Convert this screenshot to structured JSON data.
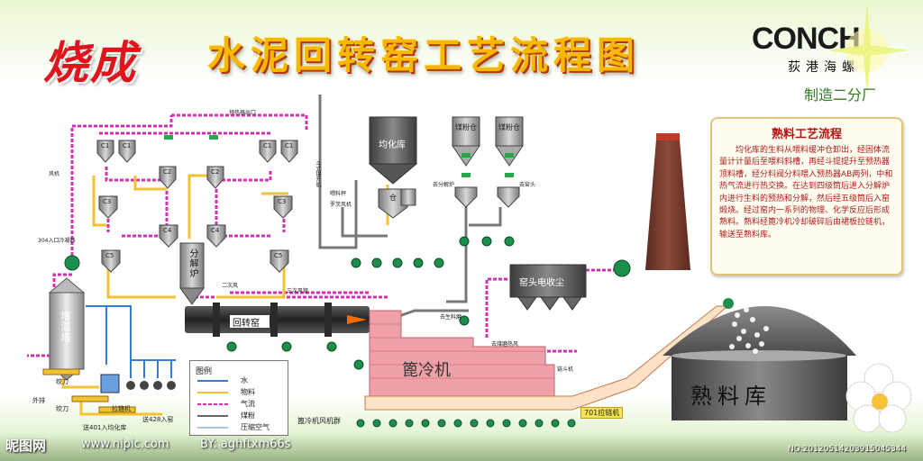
{
  "titles": {
    "left": "烧成",
    "main": "水泥回转窑工艺流程图"
  },
  "logo": {
    "name": "CONCH",
    "sub": "荻港海螺",
    "factory": "制造二分厂"
  },
  "description": {
    "title": "熟料工艺流程",
    "body": "均化库的生料从喂料缓冲仓卸出，经固体流量计计量后至喂料斜槽，再经斗提提升至预热器顶料槽，经分料阀分料喂入预热器AB两列，中和热气流进行热交换。在达到四级筒后进入分解炉内进行生料的预热和分解，然后经五级筒后入窑煅烧。经过窑内一系列的物理、化学反应后形成熟料。熟料经篦冷机冷却破碎后由裙板拉链机，输送至熟料库。"
  },
  "equipment": {
    "homogenizer": "均化库",
    "buffer_bin": "仓",
    "coal_bin_1": "煤粉仓",
    "coal_bin_2": "煤粉仓",
    "calciner": "分解炉",
    "kiln": "回转窑",
    "cooler": "篦冷机",
    "kiln_dust": "窑头电收尘",
    "clinker_silo": "熟料库",
    "humidifier": "增湿塔",
    "cooler_fans": "篦冷机风机群",
    "chain_conveyor": "701拉链机"
  },
  "cyclones": {
    "c1a": "C1",
    "c1b": "C1",
    "c1c": "C1",
    "c1d": "C1",
    "c2a": "C2",
    "c2b": "C2",
    "c3a": "C3",
    "c3b": "C3",
    "c4a": "C4",
    "c4b": "C4",
    "c5a": "C5",
    "c5b": "C5"
  },
  "small_labels": {
    "preheat_top": "预热器出口",
    "tertiary_air": "三次风管",
    "coal_to_calciner": "去分解炉",
    "coal_to_kiln": "去窑头",
    "to_mill": "去煤磨热风",
    "drag_chain": "链斗机",
    "to_raw_mill": "去生料磨",
    "to_401": "送401入均化库",
    "to_428": "送428入窑",
    "outlet": "外排",
    "screw_a": "绞刀",
    "screw_b": "绞刀",
    "chain": "拉链机",
    "fan_lbl": "风机",
    "elev": "斗式提升机",
    "air_inlet": "304入口冷凝器",
    "second_air": "二次风",
    "feed_lbl": "喂料秤",
    "blower": "罗茨风机"
  },
  "legend": {
    "title": "图例",
    "items": [
      {
        "label": "水",
        "color": "#2f7fd6"
      },
      {
        "label": "物料",
        "color": "#f2c233"
      },
      {
        "label": "气流",
        "color": "#d62fb4"
      },
      {
        "label": "煤粉",
        "color": "#666666"
      },
      {
        "label": "压缩空气",
        "color": "#d0e8f8"
      }
    ]
  },
  "colors": {
    "water": "#2f7fd6",
    "material": "#f2c233",
    "gas": "#d62fb4",
    "coal": "#666666",
    "air": "#d0e8f8",
    "cooler": "#f0a0a8",
    "kiln": "#3a3a3a",
    "silo": "#555555",
    "fan": "#1c8f4a"
  },
  "footer": {
    "site": "昵图网",
    "url": "www.nipic.com",
    "by": "BY: aghftxm66s",
    "number": "NO:20120514203915045344"
  }
}
